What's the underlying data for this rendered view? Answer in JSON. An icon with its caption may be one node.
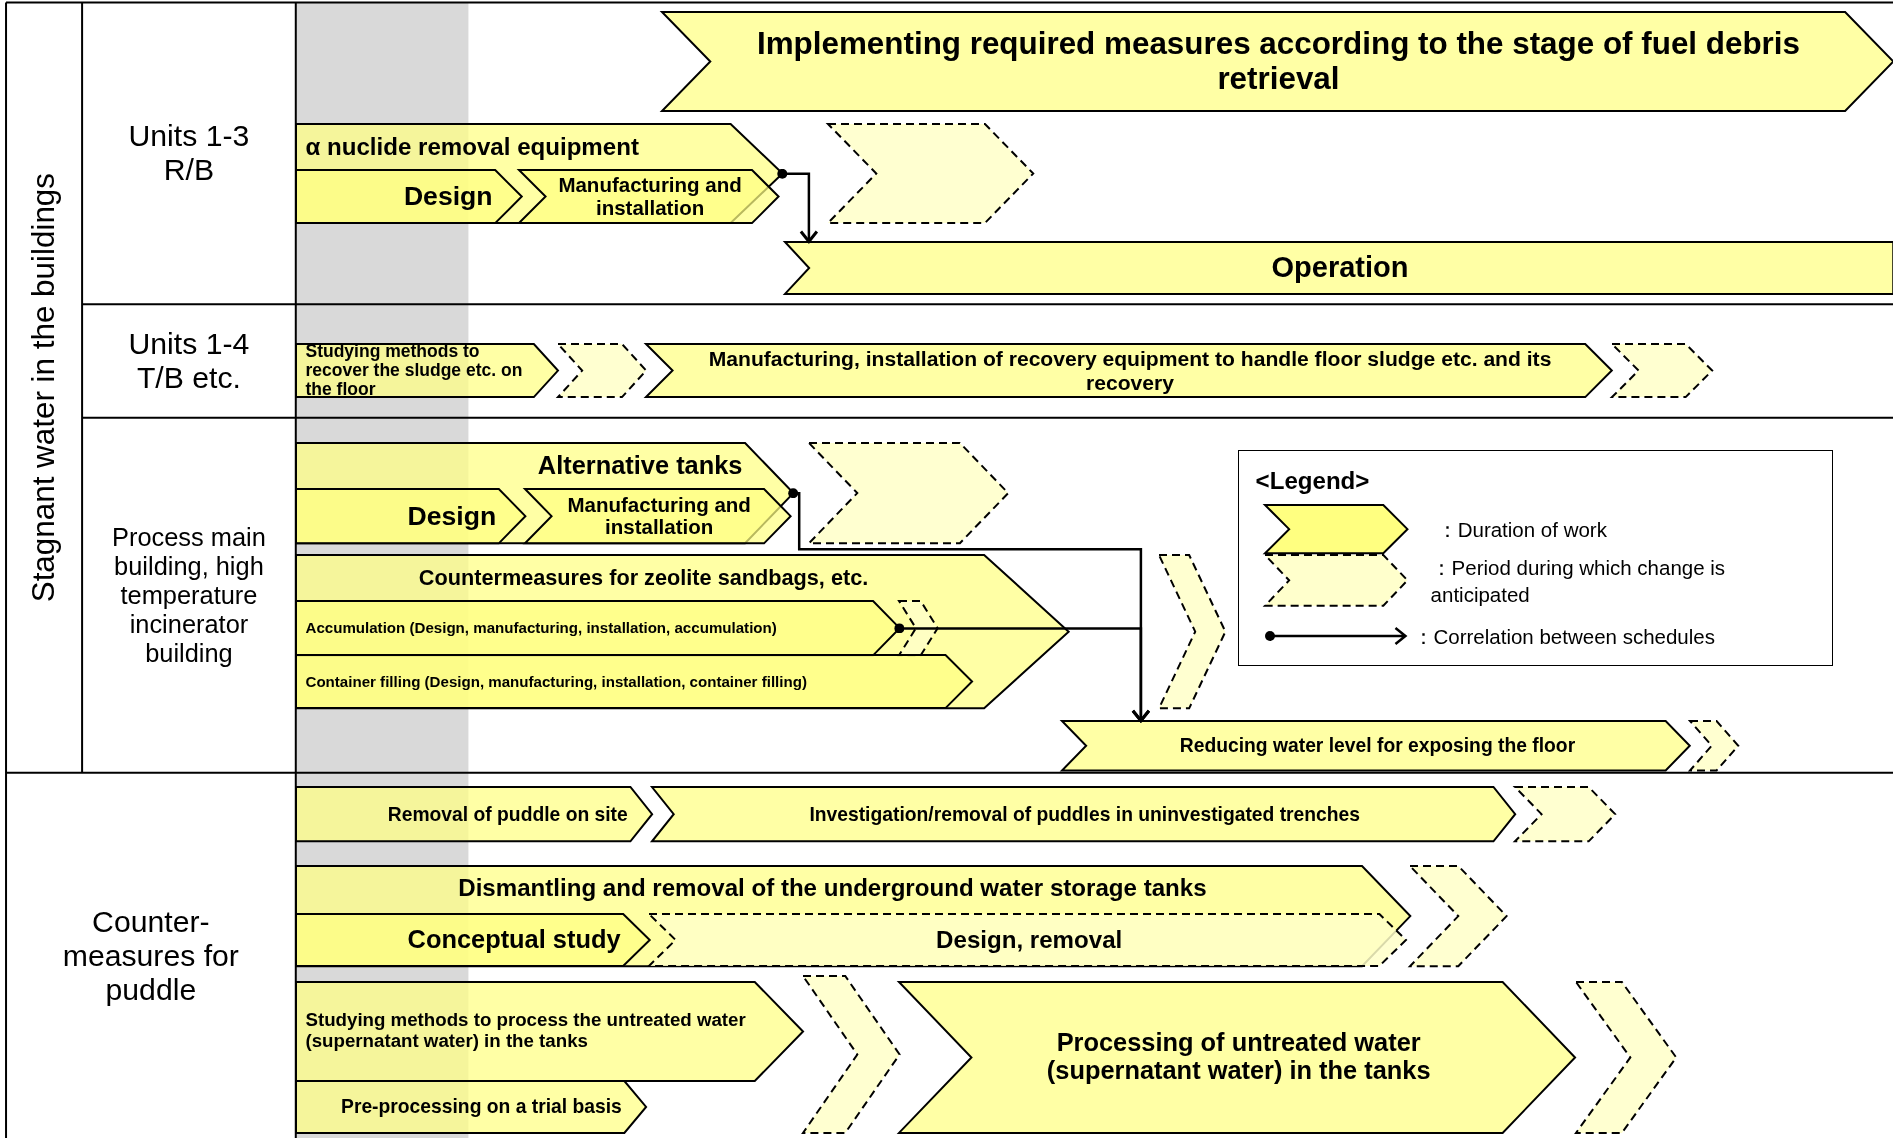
{
  "diagram": {
    "nodes": [
      {
        "text": [
          "Implementing required measures according to the stage of fuel debris retrieval"
        ]
      },
      {
        "text": [
          "α nuclide removal equipment"
        ]
      },
      {
        "text": [
          "Design"
        ],
        "in": 1
      },
      {
        "text": [
          "Manufacturing and installation"
        ],
        "in": 1
      },
      {
        "text": [],
        "shape": "chevron"
      },
      {
        "text": [
          "Operation"
        ]
      },
      {
        "text": [
          "Studying methods to recover the sludge etc. on the floor"
        ]
      },
      {
        "text": [],
        "shape": "chevron"
      },
      {
        "text": [
          "Manufacturing, installation of recovery equipment to handle floor sludge etc. and its recovery"
        ]
      },
      {
        "text": [],
        "shape": "chevron"
      },
      {
        "text": [
          "Alternative tanks"
        ]
      },
      {
        "text": [
          "Design"
        ],
        "in": 10
      },
      {
        "text": [
          "Manufacturing and installation"
        ],
        "in": 10
      },
      {
        "text": [],
        "shape": "chevron"
      },
      {
        "text": [
          "Countermeasures for zeolite sandbags, etc."
        ]
      },
      {
        "text": [
          "Accumulation (Design, manufacturing, installation, accumulation)"
        ],
        "in": 14
      },
      {
        "text": [],
        "shape": "chevron",
        "in": 14
      },
      {
        "text": [
          "Container filling (Design, manufacturing, installation, container filling)"
        ],
        "in": 14
      },
      {
        "text": [],
        "shape": "chevron"
      },
      {
        "text": [
          "Reducing water level for exposing the floor"
        ]
      },
      {
        "text": [],
        "shape": "chevron"
      },
      {
        "text": [
          "Removal of puddle on site"
        ]
      },
      {
        "text": [
          "Investigation/removal of puddles in uninvestigated trenches"
        ]
      },
      {
        "text": [],
        "shape": "chevron"
      },
      {
        "text": [
          "Dismantling and removal of the underground water storage tanks"
        ]
      },
      {
        "text": [
          "Conceptual study"
        ],
        "in": 24
      },
      {
        "text": [
          "Design, removal"
        ],
        "in": 24
      },
      {
        "text": [],
        "shape": "chevron"
      },
      {
        "text": [
          "Studying methods to process the untreated water (supernatant water) in the tanks"
        ]
      },
      {
        "text": [
          "Pre-processing on a trial basis"
        ]
      },
      {
        "text": [],
        "shape": "chevron"
      },
      {
        "text": [
          "Processing of untreated water (supernatant water) in the tanks"
        ]
      },
      {
        "text": [],
        "shape": "chevron"
      }
    ],
    "edges": [
      {
        "from": 1,
        "to": 5,
        "arrow": "to"
      },
      {
        "from": 10,
        "to": 19,
        "arrow": "to"
      },
      {
        "from": 15,
        "to": 19,
        "arrow": "to"
      }
    ],
    "labels": [
      "Stagnant water in the buildings",
      "Units 1-3 R/B",
      "Units 1-4 T/B etc.",
      "Process main building, high temperature incinerator building",
      "Counter-measures for puddle",
      "<Legend>"
    ],
    "legend": [
      {
        "text": "：Duration of work"
      },
      {
        "text": "：Period during which change is anticipated"
      },
      {
        "text": "：Correlation between schedules"
      }
    ]
  }
}
